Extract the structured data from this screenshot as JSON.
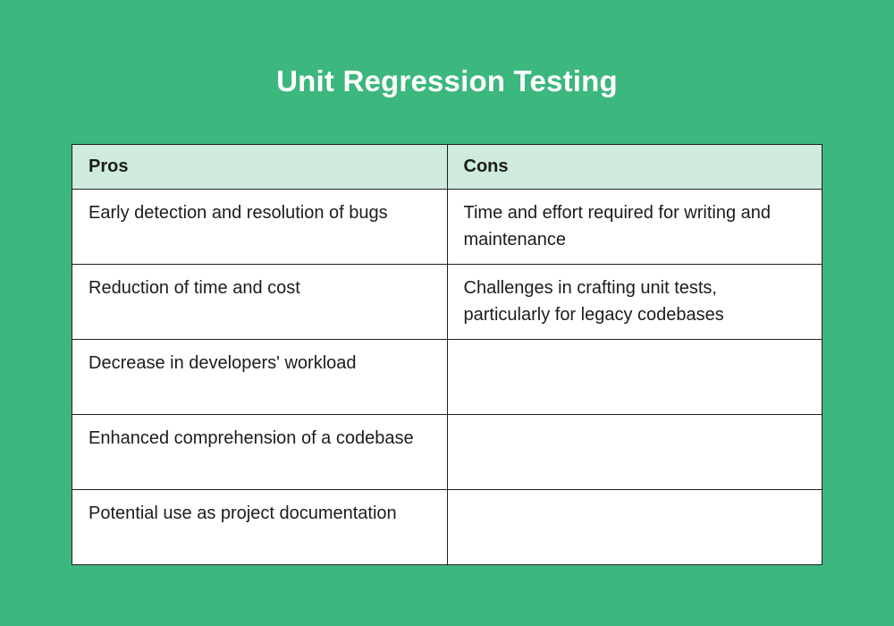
{
  "title": "Unit Regression Testing",
  "colors": {
    "page_background": "#3CB77E",
    "header_background": "#CEEBDD",
    "cell_background": "#FFFFFF",
    "border": "#1F1F1F",
    "title_text": "#FFFFFF",
    "body_text": "#1C1C1C"
  },
  "table": {
    "columns": [
      "Pros",
      "Cons"
    ],
    "rows": [
      [
        "Early detection and resolution of bugs",
        "Time and effort required for writing and maintenance"
      ],
      [
        "Reduction of time and cost",
        "Challenges in crafting unit tests, particularly for legacy codebases"
      ],
      [
        "Decrease in developers' workload",
        ""
      ],
      [
        "Enhanced comprehension of a codebase",
        ""
      ],
      [
        "Potential use as project documentation",
        ""
      ]
    ]
  },
  "chart_data": {
    "type": "table",
    "title": "Unit Regression Testing",
    "columns": [
      "Pros",
      "Cons"
    ],
    "rows": [
      [
        "Early detection and resolution of bugs",
        "Time and effort required for writing and maintenance"
      ],
      [
        "Reduction of time and cost",
        "Challenges in crafting unit tests, particularly for legacy codebases"
      ],
      [
        "Decrease in developers' workload",
        ""
      ],
      [
        "Enhanced comprehension of a codebase",
        ""
      ],
      [
        "Potential use as project documentation",
        ""
      ]
    ],
    "layout": {
      "header_row_shaded": true,
      "grid": true,
      "empty_cons_cells": [
        2,
        3,
        4
      ]
    }
  }
}
